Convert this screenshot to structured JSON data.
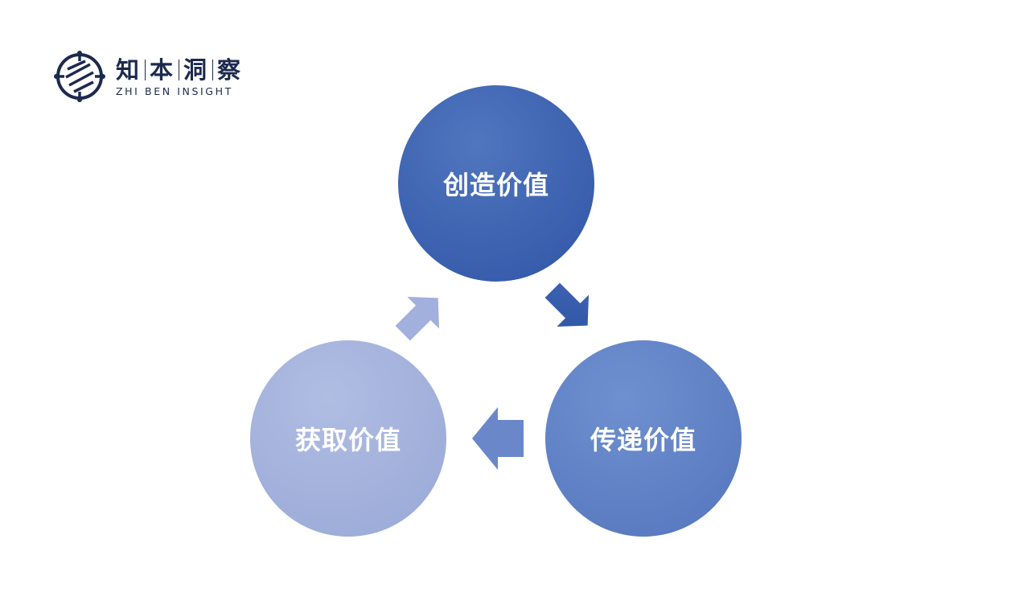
{
  "logo": {
    "name_cn_parts": [
      "知",
      "本",
      "洞",
      "察"
    ],
    "name_en": "ZHI BEN INSIGHT"
  },
  "diagram": {
    "nodes": [
      {
        "label": "创造价值",
        "color": "#3a5fae"
      },
      {
        "label": "传递价值",
        "color": "#6080c4"
      },
      {
        "label": "获取价值",
        "color": "#a3b1dc"
      }
    ]
  }
}
